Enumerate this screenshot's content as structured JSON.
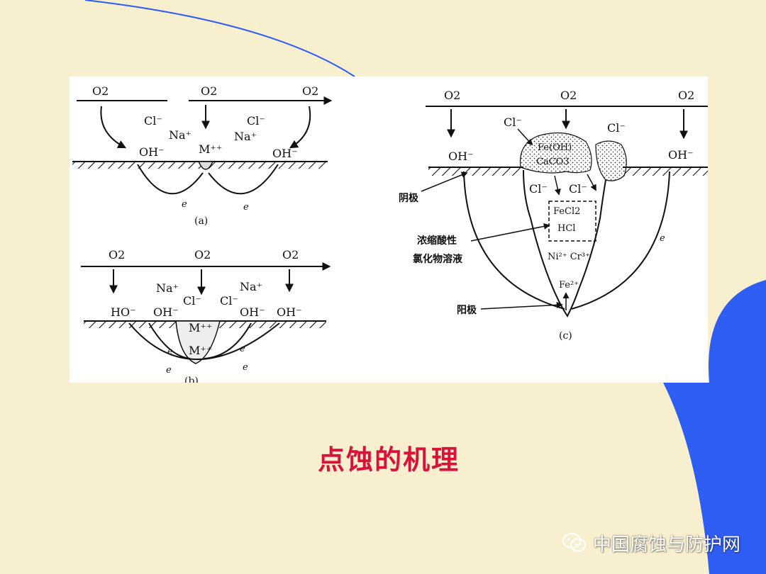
{
  "slide": {
    "title": "点蚀的机理"
  },
  "colors": {
    "title": "#d8133b",
    "background": "#f8efcf",
    "accent_blue": "#2f5ef5"
  },
  "watermark": {
    "text": "中国腐蚀与防护网",
    "icon": "wechat-icon"
  },
  "diagram": {
    "panel_a": {
      "caption": "(a)",
      "labels": {
        "o2_left": "O2",
        "o2_mid": "O2",
        "o2_right": "O2",
        "cl_left": "Cl⁻",
        "cl_right": "Cl⁻",
        "na_left": "Na⁺",
        "na_right": "Na⁺",
        "oh_left": "OH⁻",
        "oh_right": "OH⁻",
        "metal_ion": "M⁺⁺",
        "e_left": "e",
        "e_right": "e"
      }
    },
    "panel_b": {
      "caption": "(b)",
      "labels": {
        "o2_left": "O2",
        "o2_mid": "O2",
        "o2_right": "O2",
        "na_left": "Na⁺",
        "na_right": "Na⁺",
        "cl_left": "Cl⁻",
        "cl_right": "Cl⁻",
        "ho_left": "HO⁻",
        "oh_left": "OH⁻",
        "oh_right1": "OH⁻",
        "oh_right2": "OH⁻",
        "metal_ion_top": "M⁺⁺",
        "metal_ion_bottom": "M⁺⁺",
        "e_1": "e",
        "e_2": "e",
        "e_3": "e",
        "e_4": "e"
      }
    },
    "panel_c": {
      "caption": "(c)",
      "labels": {
        "o2_left": "O2",
        "o2_mid": "O2",
        "o2_right": "O2",
        "cl_top_left": "Cl⁻",
        "cl_top_right": "Cl⁻",
        "deposit_line1": "Fe(OH)",
        "deposit_line2": "CaCO3",
        "oh_left": "OH⁻",
        "oh_right": "OH⁻",
        "cl_pit_left": "Cl⁻",
        "cl_pit_right": "Cl⁻",
        "box_line1": "FeCl2",
        "box_line2": "HCl",
        "ions": "Ni²⁺ Cr³⁺",
        "fe_ion": "Fe²⁺",
        "e": "e",
        "cathode": "阴极",
        "anode": "阳极",
        "solution_line1": "浓缩酸性",
        "solution_line2": "氯化物溶液"
      }
    }
  }
}
